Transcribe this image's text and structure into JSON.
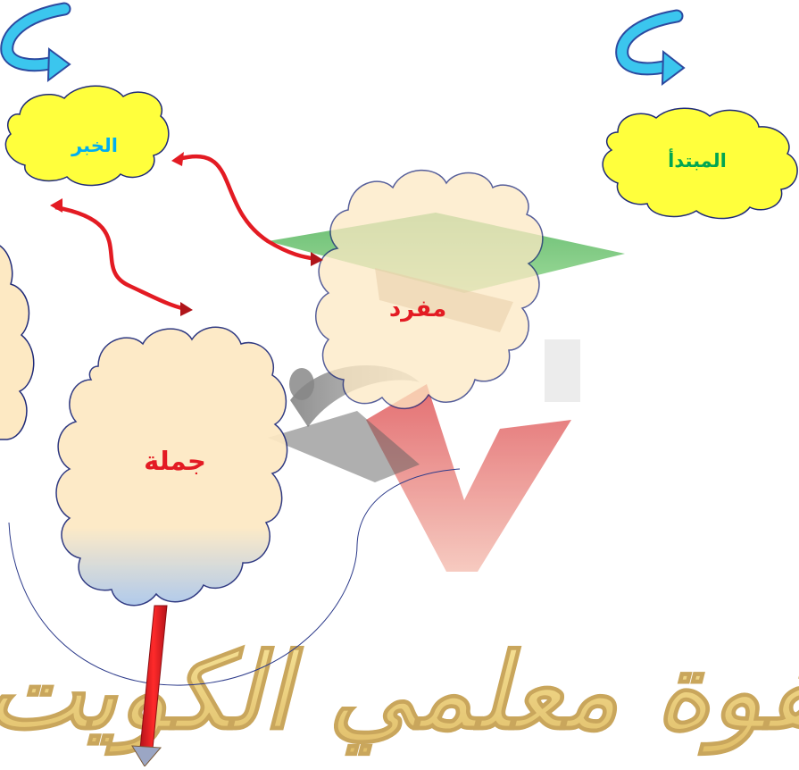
{
  "labels": {
    "khabar": "الخبر",
    "mubtada": "المبتدأ",
    "mufrad": "مفرد",
    "jumla": "جملة"
  },
  "watermark": {
    "text": "صفوة معلمي الكويت"
  },
  "colors": {
    "yellow_cloud": "#ffff3c",
    "peach_cloud": "#fde9c3",
    "cloud_stroke": "#1f2a78",
    "label_red": "#e31b23",
    "label_green": "#00a651",
    "label_blue": "#00aef0",
    "connector_red": "#e31b23",
    "curved_arrow": "#3bc6ee",
    "watermark_gold": "#e8c24a",
    "watermark_gray": "#8c8c8c",
    "watermark_green": "#37a34a"
  }
}
